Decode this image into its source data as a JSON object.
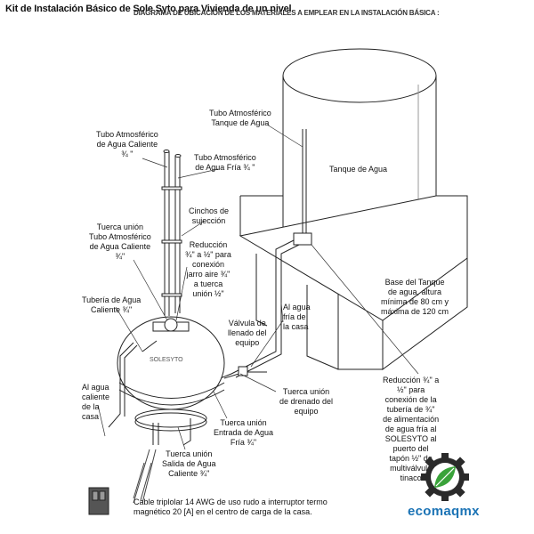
{
  "title": "Kit de Instalación Básico de Sole Syto para Vivienda de un nivel",
  "subtitle": "DIAGRAMA DE UBICACIÓN DE LOS MATERIALES A EMPLEAR EN LA INSTALACIÓN BÁSICA :",
  "labels": {
    "tubo_tanque": "Tubo Atmosférico\nTanque de Agua",
    "tanque": "Tanque de Agua",
    "tubo_caliente": "Tubo Atmosférico\nde Agua Caliente\n¾ \"",
    "tubo_fria": "Tubo Atmosférico\nde Agua Fría ¾ \"",
    "cinchos": "Cinchos de\nsujección",
    "tuerca_tubo": "Tuerca unión\nTubo Atmosférico\nde Agua Caliente\n¾\"",
    "reduccion_jarro": "Reducción\n¾\" a ½\" para\nconexión\njarro aire ¾\"\na tuerca\nunión ½\"",
    "tuberia_caliente": "Tubería de Agua\nCaliente ¾\"",
    "base": "Base del Tanque\nde agua, altura\nmínima de 80 cm y\nmáxima de 120 cm",
    "al_agua_fria": "Al agua\nfría de\nla casa",
    "valvula": "Válvula de\nllenado del\nequipo",
    "al_agua_caliente": "Al agua\ncaliente\nde la\ncasa",
    "tuerca_drenado": "Tuerca unión\nde drenado del\nequipo",
    "reduccion_alimentacion": "Reducción ¾\" a\n½\" para\nconexión de la\ntubería de ¾\"\nde alimentación\nde agua fría al\nSOLESYTO al\npuerto del\ntapón ½\" de\nmultiválvula\ntinaco",
    "tuerca_entrada": "Tuerca unión\nEntrada de Agua\nFría ¾\"",
    "tuerca_salida": "Tuerca unión\nSalida de Agua\nCaliente ¾\"",
    "cable": "Cable triplolar 14 AWG de uso rudo a interruptor termo\nmagnético 20 [A] en el centro de carga de la casa.",
    "heater_brand": "SOLESYTO"
  },
  "brand": "ecomaqmx",
  "colors": {
    "line": "#222222",
    "tank_fill": "#ffffff",
    "shade": "#cfcfcf",
    "brand_blue": "#1b73b5",
    "gear_dark": "#2a2a2a",
    "leaf_green": "#3aa33a"
  }
}
